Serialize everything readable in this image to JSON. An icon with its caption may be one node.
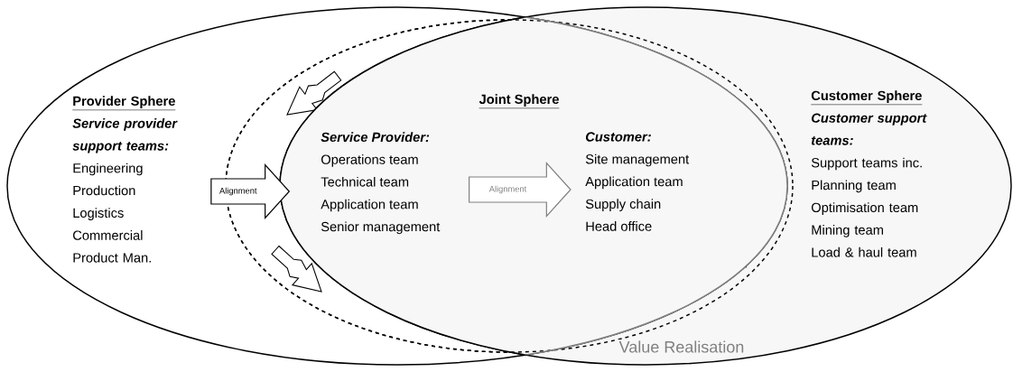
{
  "diagram": {
    "nodes": [
      {
        "text": [
          "Provider Sphere",
          "Service provider support teams:",
          "Engineering",
          "Production",
          "Logistics",
          "Commercial",
          "Product Man."
        ]
      },
      {
        "text": [
          "Customer Sphere",
          "Customer support teams:",
          "Support teams inc.",
          "Planning team",
          "Optimisation team",
          "Mining team",
          "Load & haul team"
        ]
      },
      {
        "text": [
          "Joint Sphere"
        ]
      },
      {
        "text": [
          "Service Provider:",
          "Operations team",
          "Technical team",
          "Application team",
          "Senior management"
        ],
        "in": 2
      },
      {
        "text": [
          "Customer:",
          "Site management",
          "Application team",
          "Supply chain",
          "Head office"
        ],
        "in": 2
      }
    ],
    "edges": [
      {
        "from": 0,
        "to": 3,
        "arrow": "to",
        "label": "Alignment"
      },
      {
        "from": 3,
        "to": 4,
        "arrow": "to",
        "label": "Alignment",
        "color": "#808080"
      }
    ],
    "labels": [
      "Value Realisation"
    ]
  }
}
